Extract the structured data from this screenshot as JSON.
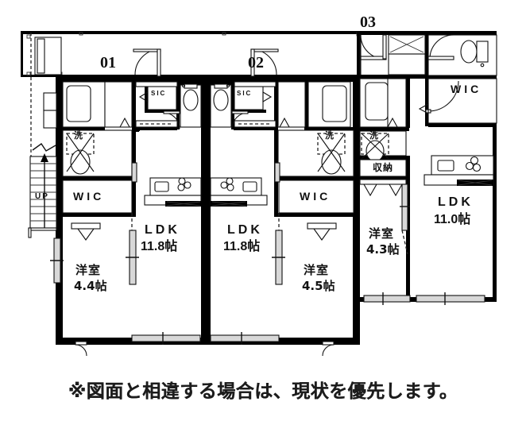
{
  "document": {
    "type": "floor-plan",
    "caption": "※図面と相違する場合は、現状を優先します。",
    "line_color": "#111111",
    "wall_color": "#000000",
    "background": "#ffffff"
  },
  "units": [
    {
      "id": "unit-01",
      "number": "01",
      "rooms": [
        {
          "key": "ldk",
          "name": "LDK",
          "size": "11.8帖"
        },
        {
          "key": "bedroom",
          "name": "洋室",
          "size": "4.4帖"
        },
        {
          "key": "wic",
          "name": "WIC",
          "size": ""
        },
        {
          "key": "sic",
          "name": "SIC",
          "size": ""
        },
        {
          "key": "washer",
          "name": "洗",
          "size": ""
        }
      ]
    },
    {
      "id": "unit-02",
      "number": "02",
      "rooms": [
        {
          "key": "ldk",
          "name": "LDK",
          "size": "11.8帖"
        },
        {
          "key": "bedroom",
          "name": "洋室",
          "size": "4.5帖"
        },
        {
          "key": "wic",
          "name": "WIC",
          "size": ""
        },
        {
          "key": "sic",
          "name": "SIC",
          "size": ""
        },
        {
          "key": "washer",
          "name": "洗",
          "size": ""
        }
      ]
    },
    {
      "id": "unit-03",
      "number": "03",
      "rooms": [
        {
          "key": "ldk",
          "name": "LDK",
          "size": "11.0帖"
        },
        {
          "key": "bedroom",
          "name": "洋室",
          "size": "4.3帖"
        },
        {
          "key": "wic",
          "name": "WIC",
          "size": ""
        },
        {
          "key": "storage",
          "name": "収納",
          "size": ""
        },
        {
          "key": "washer",
          "name": "洗",
          "size": ""
        }
      ]
    }
  ],
  "common": {
    "stair_label": "UP"
  },
  "labels": {
    "unit01_number": "01",
    "unit02_number": "02",
    "unit03_number": "03",
    "ldk01_name": "LDK",
    "ldk01_size": "11.8帖",
    "ldk02_name": "LDK",
    "ldk02_size": "11.8帖",
    "ldk03_name": "LDK",
    "ldk03_size": "11.0帖",
    "bedroom01_name": "洋室",
    "bedroom01_size": "4.4帖",
    "bedroom02_name": "洋室",
    "bedroom02_size": "4.5帖",
    "bedroom03_name": "洋室",
    "bedroom03_size": "4.3帖",
    "wic01": "WIC",
    "wic02": "WIC",
    "wic03": "WIC",
    "sic01": "SIC",
    "sic02": "SIC",
    "washer01": "洗",
    "washer02": "洗",
    "washer03": "洗",
    "storage03": "収納",
    "stairs_up": "UP"
  }
}
